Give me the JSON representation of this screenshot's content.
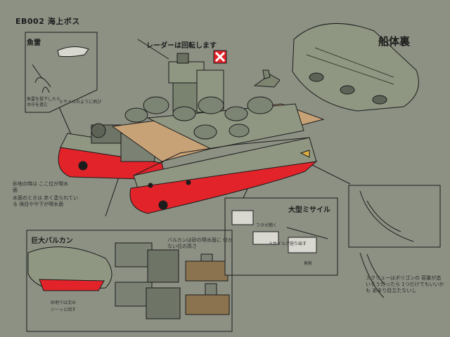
{
  "header": {
    "title": "EB002 海上ボス"
  },
  "labels": {
    "torpedo": "魚雷",
    "radar": "レーダーは回転します",
    "hull_bottom": "船体裏",
    "big_missile": "大型ミサイル",
    "giant_vulcan": "巨大バルカン"
  },
  "notes": {
    "sand": "砂地の時は ここ位が喫水面",
    "water": "水面のときは 赤く塗られている 境目やや下が喫水面",
    "vulcan_height": "バルカンは砂の喫水面に 付かない位の高さ",
    "screw": "スクリューはポリゴンの 容量が追いそうだったら 1つだけでもいいかも あまり目立たないし"
  },
  "handwriting": {
    "torpedo_1": "魚雷を投下したら",
    "torpedo_2": "水中を進む",
    "torpedo_3": "ミサイルのように飛び",
    "vulcan_1": "砂地では沈み",
    "vulcan_2": "ジーッと回す",
    "missile_1": "フタが開く",
    "missile_2": "ミサイルが迫り出す",
    "missile_3": "発射"
  },
  "colors": {
    "background": "#8d9184",
    "hull_red": "#e2232a",
    "hull_grey": "#8f9782",
    "deck_wood": "#c8a277",
    "ink": "#1c1c1c"
  }
}
